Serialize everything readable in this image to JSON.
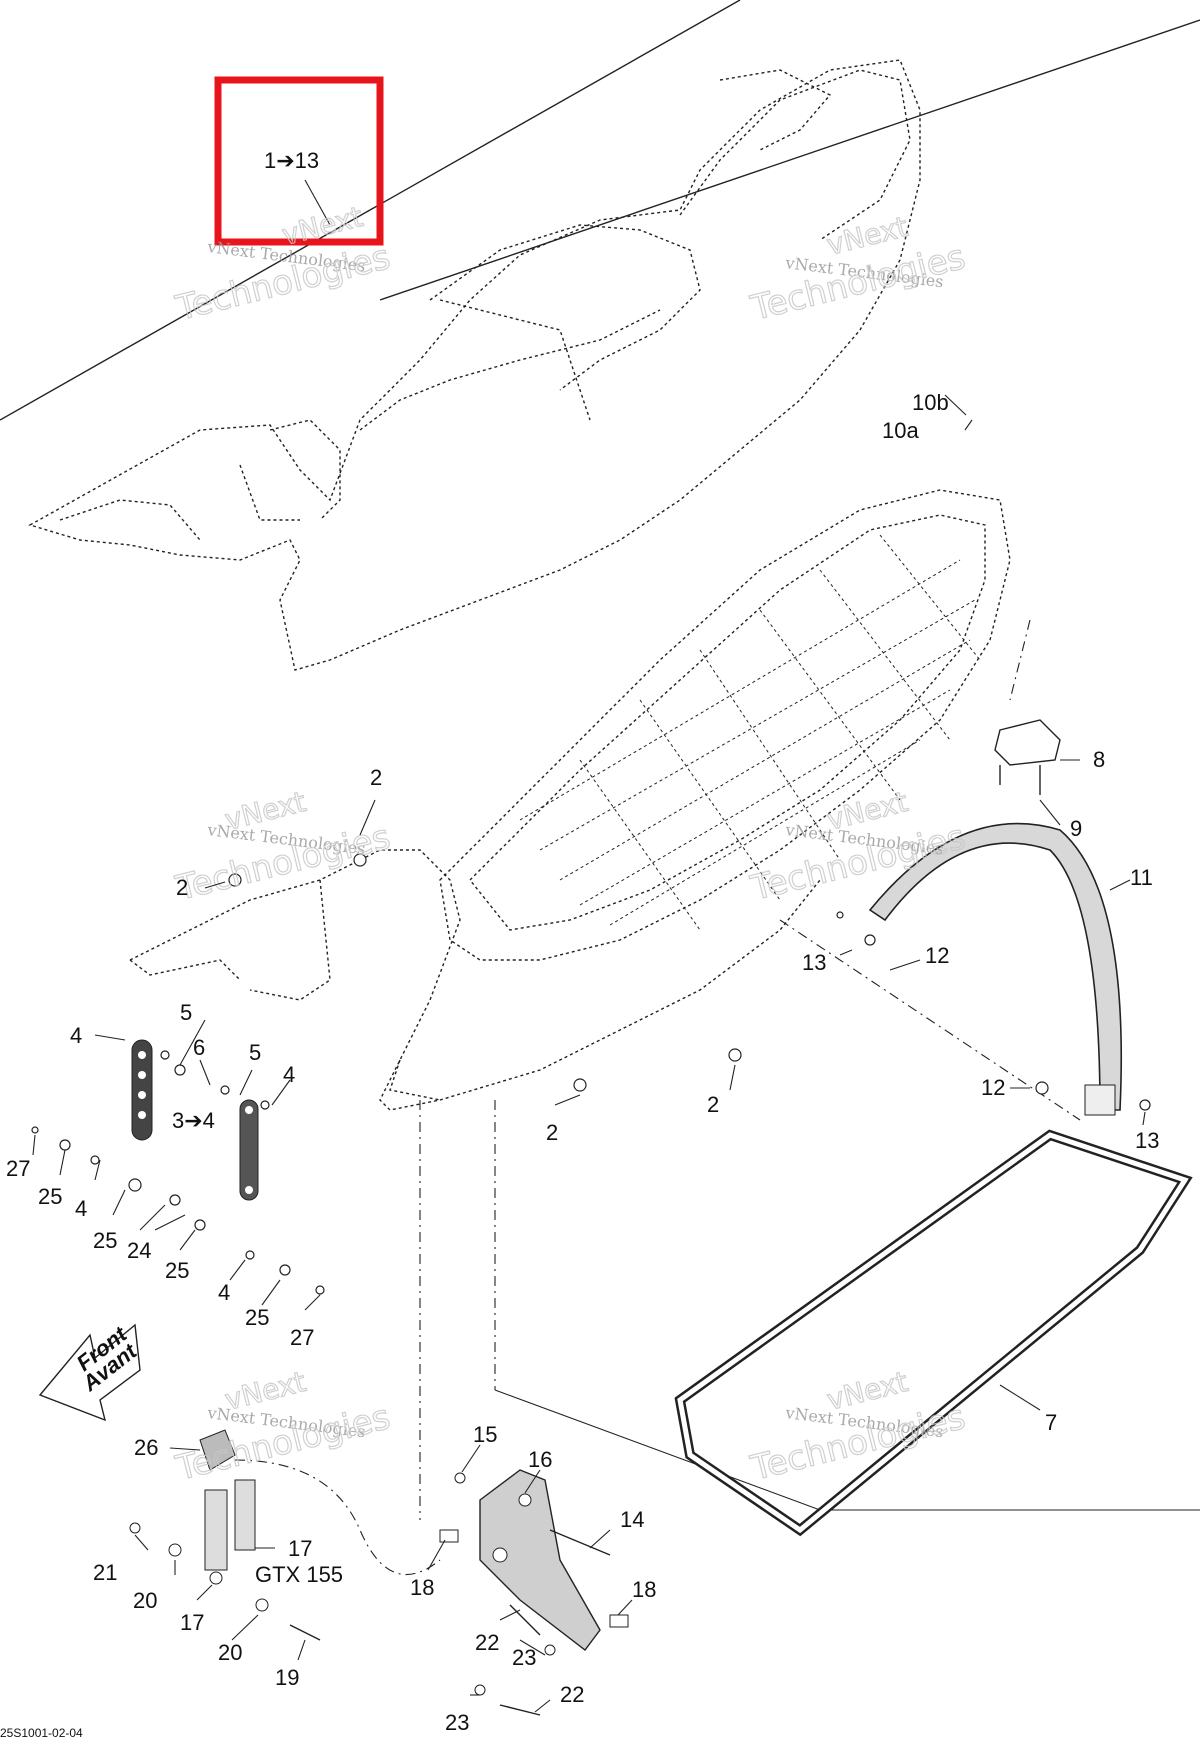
{
  "diagram": {
    "figure_code": "25S1001-02-04",
    "highlight_label": "1➔13",
    "direction_arrow": {
      "line1": "Front",
      "line2": "Avant"
    },
    "watermark": {
      "small": "vNext Technologies",
      "large": "Technologies",
      "large_top": "vNext"
    },
    "callouts": [
      {
        "id": "c2a",
        "text": "2"
      },
      {
        "id": "c2b",
        "text": "2"
      },
      {
        "id": "c2c",
        "text": "2"
      },
      {
        "id": "c2d",
        "text": "2"
      },
      {
        "id": "c3to4",
        "text": "3➔4"
      },
      {
        "id": "c4a",
        "text": "4"
      },
      {
        "id": "c4b",
        "text": "4"
      },
      {
        "id": "c4c",
        "text": "4"
      },
      {
        "id": "c4d",
        "text": "4"
      },
      {
        "id": "c5a",
        "text": "5"
      },
      {
        "id": "c5b",
        "text": "5"
      },
      {
        "id": "c6",
        "text": "6"
      },
      {
        "id": "c7",
        "text": "7"
      },
      {
        "id": "c8",
        "text": "8"
      },
      {
        "id": "c9",
        "text": "9"
      },
      {
        "id": "c10a",
        "text": "10a"
      },
      {
        "id": "c10b",
        "text": "10b"
      },
      {
        "id": "c11",
        "text": "11"
      },
      {
        "id": "c12a",
        "text": "12"
      },
      {
        "id": "c12b",
        "text": "12"
      },
      {
        "id": "c13a",
        "text": "13"
      },
      {
        "id": "c13b",
        "text": "13"
      },
      {
        "id": "c14",
        "text": "14"
      },
      {
        "id": "c15",
        "text": "15"
      },
      {
        "id": "c16",
        "text": "16"
      },
      {
        "id": "c17a",
        "text": "17"
      },
      {
        "id": "c17b",
        "text": "17"
      },
      {
        "id": "c17note",
        "text": "GTX 155"
      },
      {
        "id": "c18a",
        "text": "18"
      },
      {
        "id": "c18b",
        "text": "18"
      },
      {
        "id": "c19",
        "text": "19"
      },
      {
        "id": "c20a",
        "text": "20"
      },
      {
        "id": "c20b",
        "text": "20"
      },
      {
        "id": "c21",
        "text": "21"
      },
      {
        "id": "c22a",
        "text": "22"
      },
      {
        "id": "c22b",
        "text": "22"
      },
      {
        "id": "c23a",
        "text": "23"
      },
      {
        "id": "c23b",
        "text": "23"
      },
      {
        "id": "c24",
        "text": "24"
      },
      {
        "id": "c25a",
        "text": "25"
      },
      {
        "id": "c25b",
        "text": "25"
      },
      {
        "id": "c25c",
        "text": "25"
      },
      {
        "id": "c25d",
        "text": "25"
      },
      {
        "id": "c26",
        "text": "26"
      },
      {
        "id": "c27a",
        "text": "27"
      },
      {
        "id": "c27b",
        "text": "27"
      }
    ],
    "colors": {
      "highlight": "#e8141c",
      "line": "#222222",
      "watermark": "#9a9a9a"
    }
  }
}
